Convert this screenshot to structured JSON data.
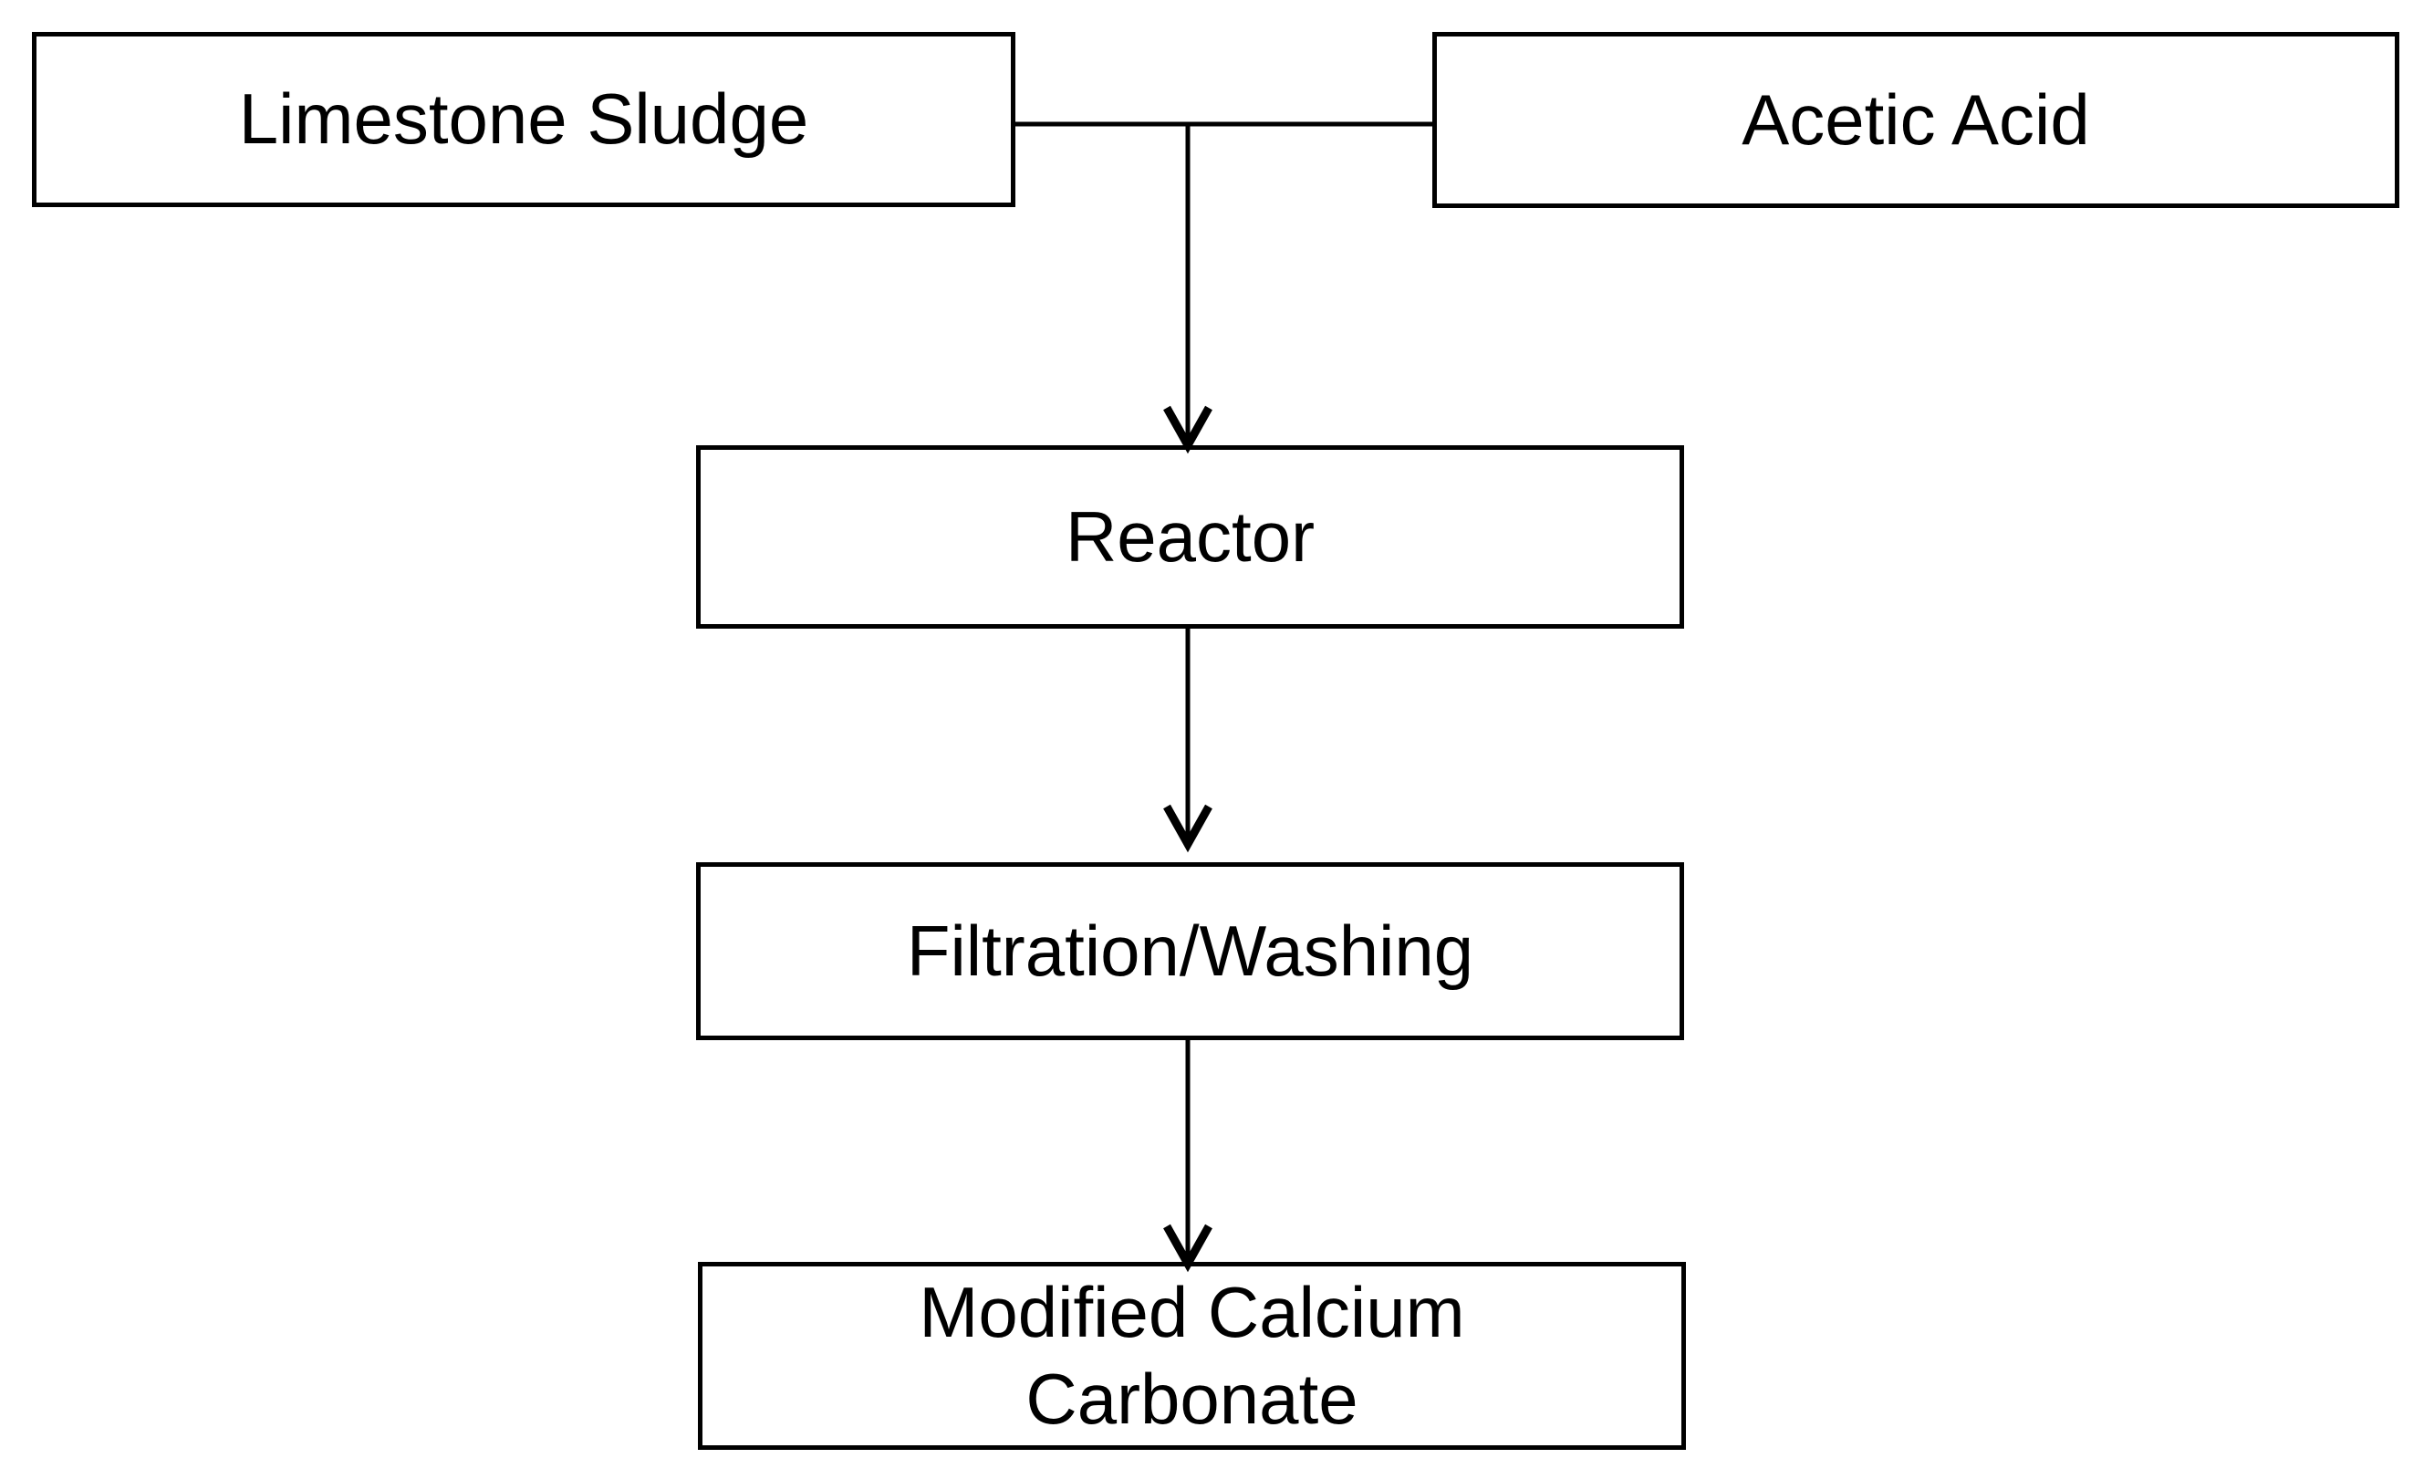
{
  "diagram": {
    "type": "process-flowchart",
    "nodes": [
      {
        "id": "limestone-sludge",
        "label": "Limestone Sludge"
      },
      {
        "id": "acetic-acid",
        "label": "Acetic Acid"
      },
      {
        "id": "reactor",
        "label": "Reactor"
      },
      {
        "id": "filtration-washing",
        "label": "Filtration/Washing"
      },
      {
        "id": "modified-calcium-carbonate",
        "label": "Modified Calcium\nCarbonate"
      }
    ],
    "edges": [
      {
        "from": "limestone-sludge",
        "to": "reactor",
        "style": "arrow"
      },
      {
        "from": "acetic-acid",
        "to": "reactor",
        "style": "arrow"
      },
      {
        "from": "reactor",
        "to": "filtration-washing",
        "style": "arrow"
      },
      {
        "from": "filtration-washing",
        "to": "modified-calcium-carbonate",
        "style": "arrow"
      }
    ],
    "colors": {
      "line": "#000000",
      "text": "#000000",
      "background": "#ffffff"
    }
  }
}
